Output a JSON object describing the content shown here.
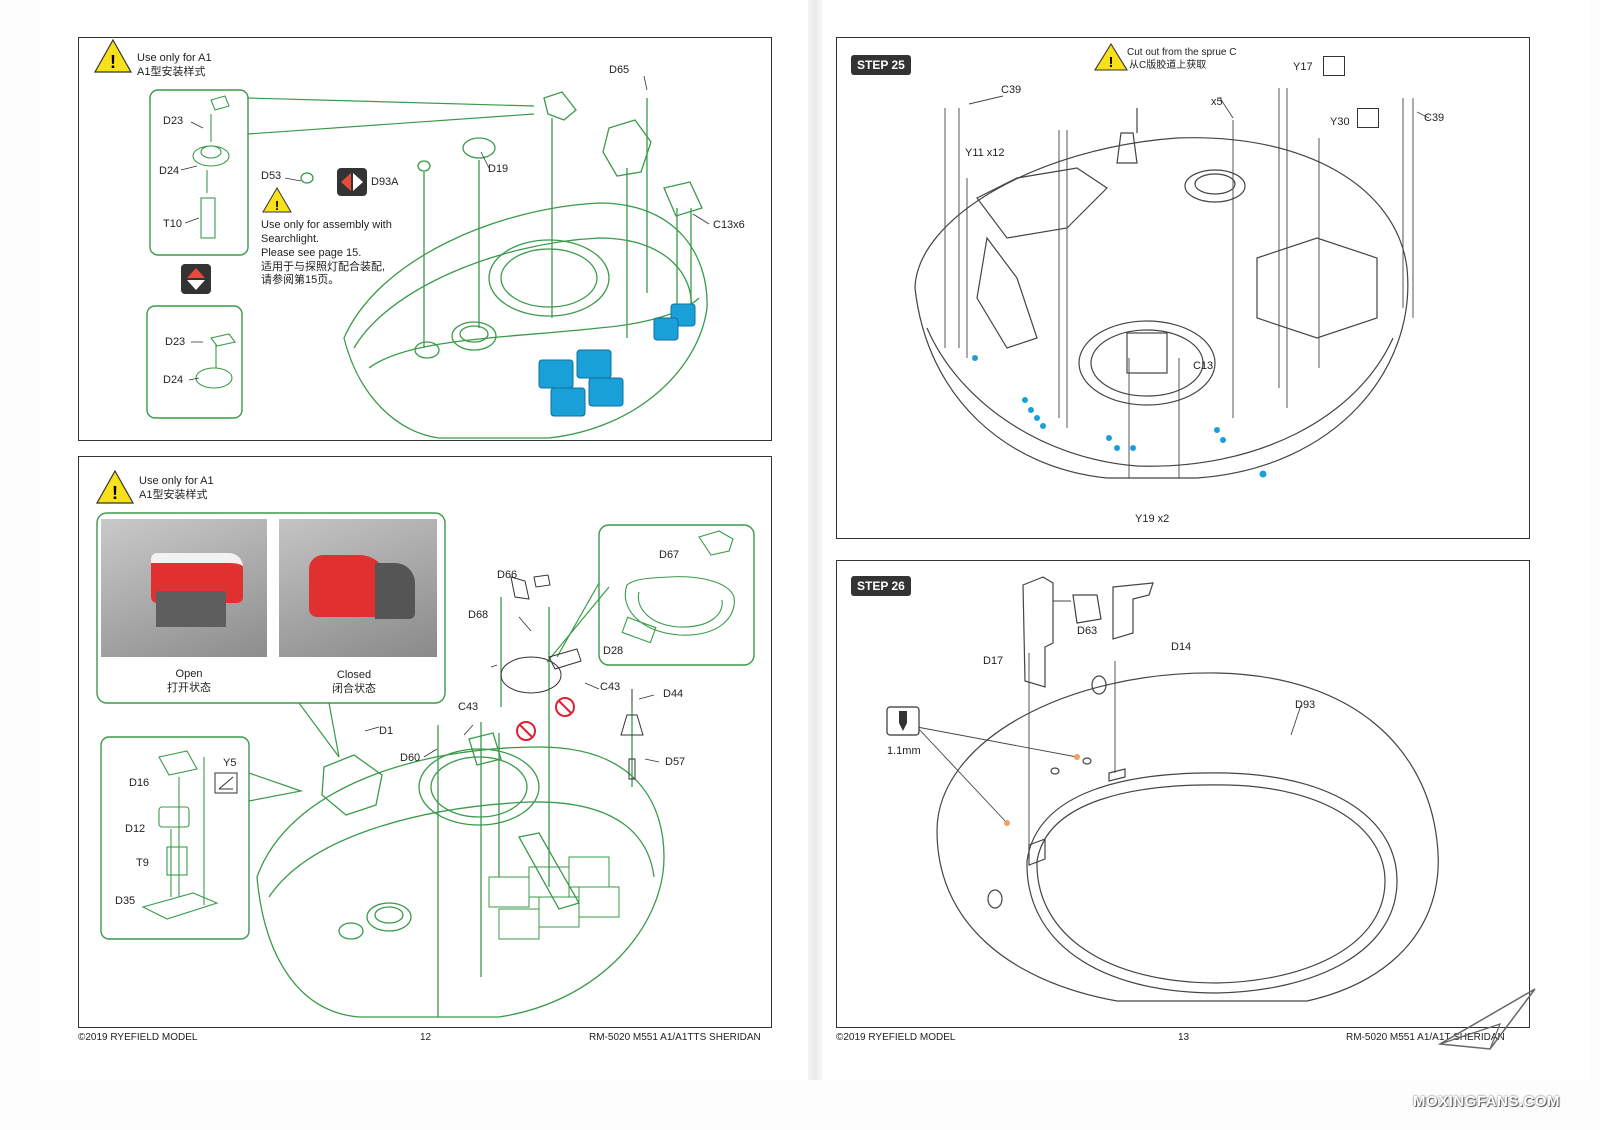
{
  "left_page": {
    "panel_top": {
      "warning_title": "Use only for A1",
      "warning_title_cn": "A1型安装样式",
      "parts": [
        "D65",
        "D23",
        "D24",
        "T10",
        "D53",
        "D93A",
        "D19",
        "C13x6",
        "D23",
        "D24"
      ],
      "note_lines": [
        "Use only for assembly with",
        "Searchlight.",
        "Please see page 15.",
        "适用于与探照灯配合装配,",
        "请参阅第15页。"
      ]
    },
    "panel_bottom": {
      "warning_title": "Use only for A1",
      "warning_title_cn": "A1型安装样式",
      "photo_open_label": "Open",
      "photo_open_label_cn": "打开状态",
      "photo_closed_label": "Closed",
      "photo_closed_label_cn": "闭合状态",
      "parts": [
        "D67",
        "D66",
        "D68",
        "D28",
        "C43",
        "C43",
        "D44",
        "D1",
        "D60",
        "D57",
        "D16",
        "Y5",
        "D12",
        "T9",
        "D35"
      ]
    },
    "footer": {
      "copyright": "©2019 RYEFIELD MODEL",
      "page_number": "12",
      "product": "RM-5020 M551 A1/A1TTS SHERIDAN"
    }
  },
  "right_page": {
    "step25": {
      "badge": "STEP 25",
      "note_en": "Cut out from the sprue C",
      "note_cn": "从C版胶道上获取",
      "parts": [
        "C39",
        "x5",
        "Y17",
        "Y30",
        "C39",
        "Y11 x12",
        "C13",
        "Y19 x2"
      ]
    },
    "step26": {
      "badge": "STEP 26",
      "parts": [
        "D63",
        "D14",
        "D17",
        "D93"
      ],
      "drill_label": "1.1mm"
    },
    "footer": {
      "copyright": "©2019 RYEFIELD MODEL",
      "page_number": "13",
      "product": "RM-5020 M551 A1/A1T  SHERIDAN"
    }
  },
  "watermark": "MOXINGFANS.COM",
  "colors": {
    "line": "#3a9a4a",
    "highlight": "#1aa0d8",
    "red_part": "#e03030",
    "border": "#333333"
  }
}
